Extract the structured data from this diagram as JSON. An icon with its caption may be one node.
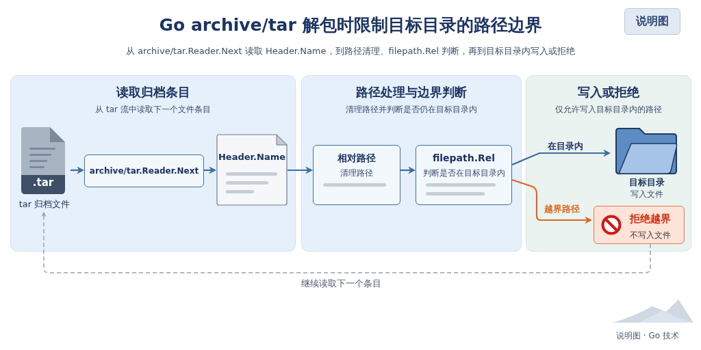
{
  "diagram": {
    "title": "Go archive/tar 解包时限制目标目录的路径边界",
    "nodes": [
      {
        "text": [
          "读取归档条目",
          "从 tar 流中读取下一个文件条目"
        ]
      },
      {
        "text": [
          ".tar"
        ],
        "beside": [
          "tar 归档文件"
        ],
        "in": 0
      },
      {
        "text": [
          "archive/tar.Reader.Next"
        ],
        "in": 0
      },
      {
        "text": [
          "Header.Name"
        ],
        "in": 0
      },
      {
        "text": [
          "路径处理与边界判断",
          "清理路径并判断是否仍在目标目录内"
        ]
      },
      {
        "text": [
          "相对路径",
          "清理路径"
        ],
        "in": 4
      },
      {
        "text": [
          "filepath.Rel",
          "判断是否在目标目录内"
        ],
        "in": 4
      },
      {
        "text": [
          "写入或拒绝",
          "仅允许写入目标目录内的路径"
        ]
      },
      {
        "text": [
          "目标目录",
          "写入文件"
        ],
        "in": 7
      },
      {
        "text": [
          "拒绝越界",
          "不写入文件"
        ],
        "in": 7
      }
    ],
    "edges": [
      {
        "from": 1,
        "to": 2,
        "arrow": "to"
      },
      {
        "from": 2,
        "to": 3,
        "arrow": "to"
      },
      {
        "from": 3,
        "to": 5,
        "arrow": "to"
      },
      {
        "from": 5,
        "to": 6,
        "arrow": "to"
      },
      {
        "from": 6,
        "to": 8,
        "arrow": "to",
        "label": "在目录内"
      },
      {
        "from": 6,
        "to": 9,
        "arrow": "to",
        "label": "越界路径",
        "color": "#e0661f"
      },
      {
        "from": 9,
        "to": 1,
        "arrow": "to",
        "style": "dashed",
        "color": "#8fa3bd",
        "label": "继续读取下一个条目"
      }
    ],
    "labels": [
      "从 archive/tar.Reader.Next 读取 Header.Name，到路径清理、filepath.Rel 判断，再到目标目录内写入或拒绝",
      "说明图",
      "说明图 · Go 技术"
    ]
  }
}
